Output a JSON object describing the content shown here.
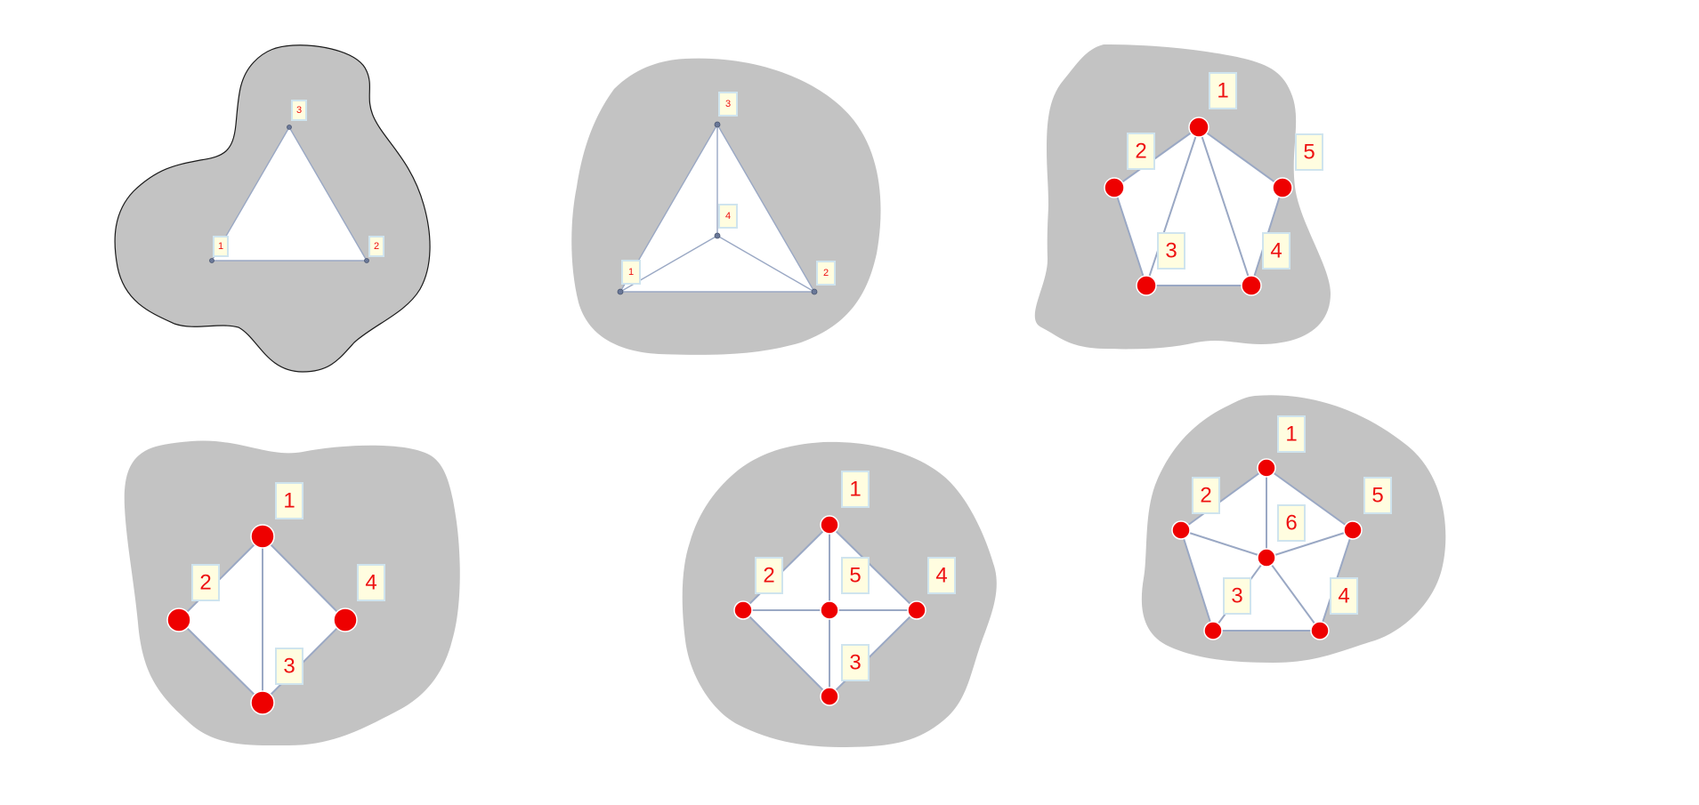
{
  "colors": {
    "region": "#c3c3c3",
    "face": "#ffffff",
    "edge": "#9aa8c4",
    "vertex": "#ee0000",
    "label_text": "#ee1111",
    "label_box": "#fffde0",
    "label_border": "#cfe4ee"
  },
  "graphs": [
    {
      "id": "triangle",
      "vertices": [
        {
          "label": "1"
        },
        {
          "label": "2"
        },
        {
          "label": "3"
        }
      ],
      "edges": [
        [
          "1",
          "2"
        ],
        [
          "2",
          "3"
        ],
        [
          "3",
          "1"
        ]
      ]
    },
    {
      "id": "tetrahedron",
      "vertices": [
        {
          "label": "1"
        },
        {
          "label": "2"
        },
        {
          "label": "3"
        },
        {
          "label": "4"
        }
      ],
      "edges": [
        [
          "1",
          "2"
        ],
        [
          "2",
          "3"
        ],
        [
          "3",
          "1"
        ],
        [
          "4",
          "1"
        ],
        [
          "4",
          "2"
        ],
        [
          "4",
          "3"
        ]
      ]
    },
    {
      "id": "pentagon-chords",
      "vertices": [
        {
          "label": "1"
        },
        {
          "label": "2"
        },
        {
          "label": "5"
        },
        {
          "label": "3"
        },
        {
          "label": "4"
        }
      ],
      "edges": [
        [
          "1",
          "2"
        ],
        [
          "2",
          "3"
        ],
        [
          "3",
          "4"
        ],
        [
          "4",
          "5"
        ],
        [
          "5",
          "1"
        ],
        [
          "1",
          "3"
        ],
        [
          "1",
          "4"
        ]
      ]
    },
    {
      "id": "diamond",
      "vertices": [
        {
          "label": "1"
        },
        {
          "label": "2"
        },
        {
          "label": "4"
        },
        {
          "label": "3"
        }
      ],
      "edges": [
        [
          "1",
          "2"
        ],
        [
          "2",
          "3"
        ],
        [
          "3",
          "4"
        ],
        [
          "4",
          "1"
        ],
        [
          "1",
          "3"
        ]
      ]
    },
    {
      "id": "wheel-4",
      "vertices": [
        {
          "label": "1"
        },
        {
          "label": "2"
        },
        {
          "label": "5"
        },
        {
          "label": "4"
        },
        {
          "label": "3"
        }
      ],
      "edges": [
        [
          "1",
          "2"
        ],
        [
          "2",
          "3"
        ],
        [
          "3",
          "4"
        ],
        [
          "4",
          "1"
        ],
        [
          "5",
          "1"
        ],
        [
          "5",
          "2"
        ],
        [
          "5",
          "3"
        ],
        [
          "5",
          "4"
        ]
      ]
    },
    {
      "id": "wheel-5",
      "vertices": [
        {
          "label": "1"
        },
        {
          "label": "2"
        },
        {
          "label": "5"
        },
        {
          "label": "6"
        },
        {
          "label": "3"
        },
        {
          "label": "4"
        }
      ],
      "edges": [
        [
          "1",
          "2"
        ],
        [
          "2",
          "3"
        ],
        [
          "3",
          "4"
        ],
        [
          "4",
          "5"
        ],
        [
          "5",
          "1"
        ],
        [
          "6",
          "1"
        ],
        [
          "6",
          "2"
        ],
        [
          "6",
          "3"
        ],
        [
          "6",
          "4"
        ],
        [
          "6",
          "5"
        ]
      ]
    }
  ]
}
